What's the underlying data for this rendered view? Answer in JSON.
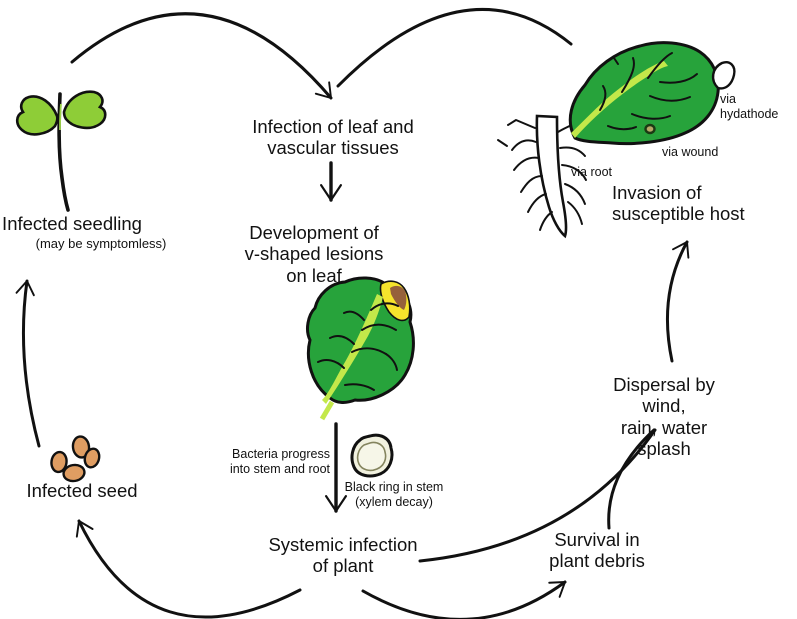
{
  "nodes": {
    "infected_seedling": {
      "label": "Infected seedling",
      "note": "(may be symptomless)"
    },
    "infection_of_leaf": {
      "label": "Infection of leaf and\nvascular tissues"
    },
    "development_lesions": {
      "label": "Development of\nv-shaped lesions\non leaf"
    },
    "systemic_infection": {
      "label": "Systemic infection\nof plant"
    },
    "infected_seed": {
      "label": "Infected seed"
    },
    "survival_debris": {
      "label": "Survival in\nplant debris"
    },
    "dispersal": {
      "label": "Dispersal by wind,\nrain, water splash"
    },
    "invasion_host": {
      "label": "Invasion of\nsusceptible host"
    }
  },
  "annotations": {
    "bacteria_progress": "Bacteria progress\ninto stem and root",
    "black_ring": "Black ring in stem\n(xylem decay)",
    "via_hydathode": "via hydathode",
    "via_wound": "via wound",
    "via_root": "via root"
  },
  "illustrations": {
    "seedling": "infected-seedling-sketch",
    "host_leaf": "host-leaf-with-hydathode-and-wound-sketch",
    "roots": "root-system-sketch",
    "lesion_leaf": "leaf-with-v-shaped-lesion-sketch",
    "stem_section": "stem-cross-section-black-ring-sketch",
    "seeds": "infected-seeds-sketch"
  },
  "colors": {
    "background": "#ffffff",
    "line": "#111111",
    "leaf_green": "#27a33b",
    "midrib_green": "#c3e84a",
    "cotyledon_green": "#8ecd37",
    "lesion_yellow": "#f6e42c",
    "lesion_brown": "#96613b",
    "seed_orange": "#df9d62",
    "stem_section_fill": "#f1f1df",
    "wound_tan": "#b7a768"
  }
}
